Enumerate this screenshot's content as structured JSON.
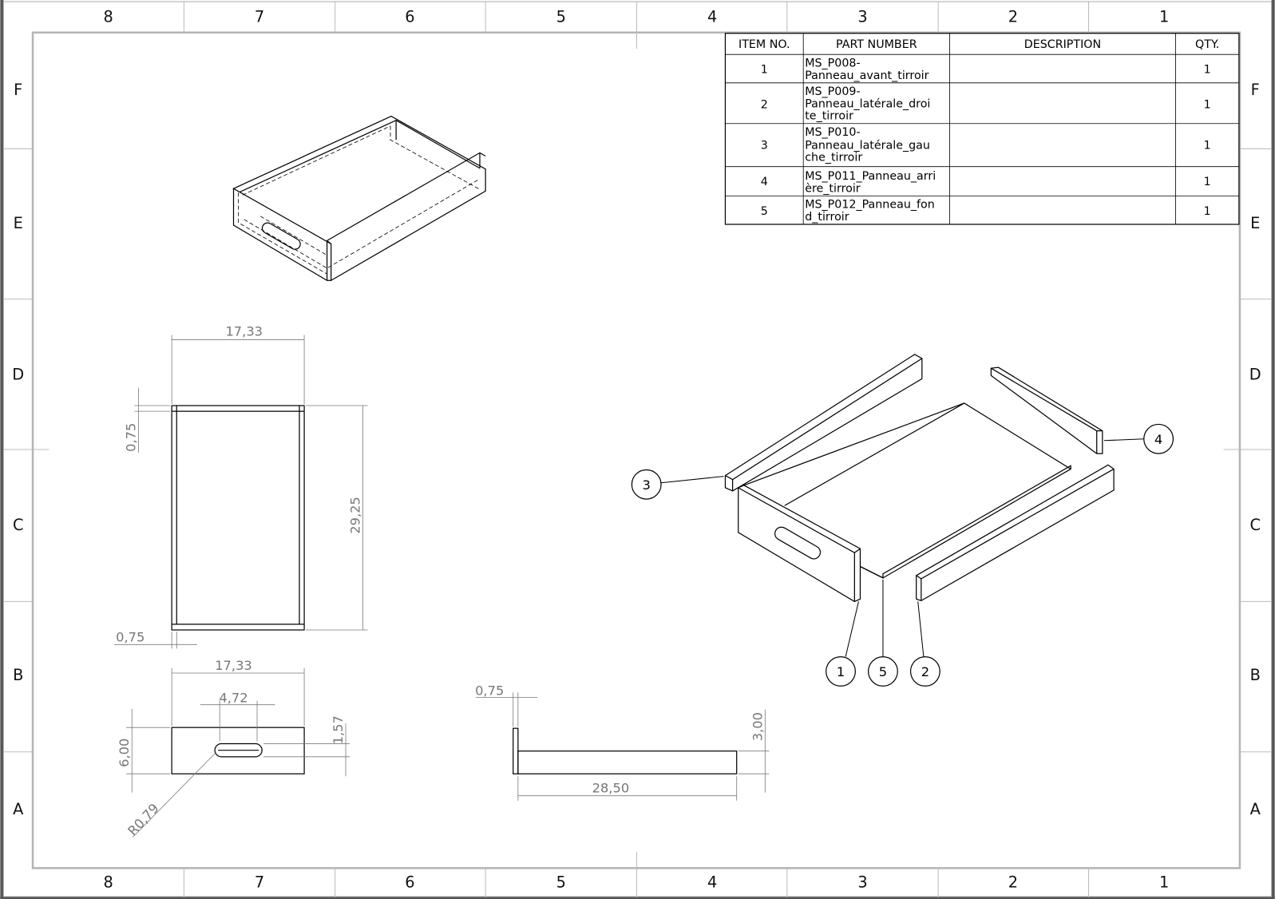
{
  "zones": {
    "columns": [
      "8",
      "7",
      "6",
      "5",
      "4",
      "3",
      "2",
      "1"
    ],
    "rows": [
      "F",
      "E",
      "D",
      "C",
      "B",
      "A"
    ]
  },
  "bom": {
    "headers": {
      "item": "ITEM NO.",
      "part": "PART NUMBER",
      "description": "DESCRIPTION",
      "qty": "QTY."
    },
    "rows": [
      {
        "item": "1",
        "part_lines": [
          "MS_P008-",
          "Panneau_avant_tirroir"
        ],
        "description": "",
        "qty": "1"
      },
      {
        "item": "2",
        "part_lines": [
          "MS_P009-",
          "Panneau_latérale_droi",
          "te_tirroir"
        ],
        "description": "",
        "qty": "1"
      },
      {
        "item": "3",
        "part_lines": [
          "MS_P010-",
          "Panneau_latérale_gau",
          "che_tirroir"
        ],
        "description": "",
        "qty": "1"
      },
      {
        "item": "4",
        "part_lines": [
          "MS_P011_Panneau_arri",
          "ère_tirroir"
        ],
        "description": "",
        "qty": "1"
      },
      {
        "item": "5",
        "part_lines": [
          "MS_P012_Panneau_fon",
          "d_tirroir"
        ],
        "description": "",
        "qty": "1"
      }
    ]
  },
  "dimensions": {
    "top_width": "17,33",
    "top_thickness": "0,75",
    "top_length": "29,25",
    "top_bottom_thickness": "0,75",
    "front_width": "17,33",
    "slot_length": "4,72",
    "front_height": "6,00",
    "slot_height": "1,57",
    "slot_radius": "R0,79",
    "side_thickness": "0,75",
    "side_length": "28,50",
    "side_height": "3,00"
  },
  "balloons": [
    "1",
    "2",
    "3",
    "4",
    "5"
  ]
}
